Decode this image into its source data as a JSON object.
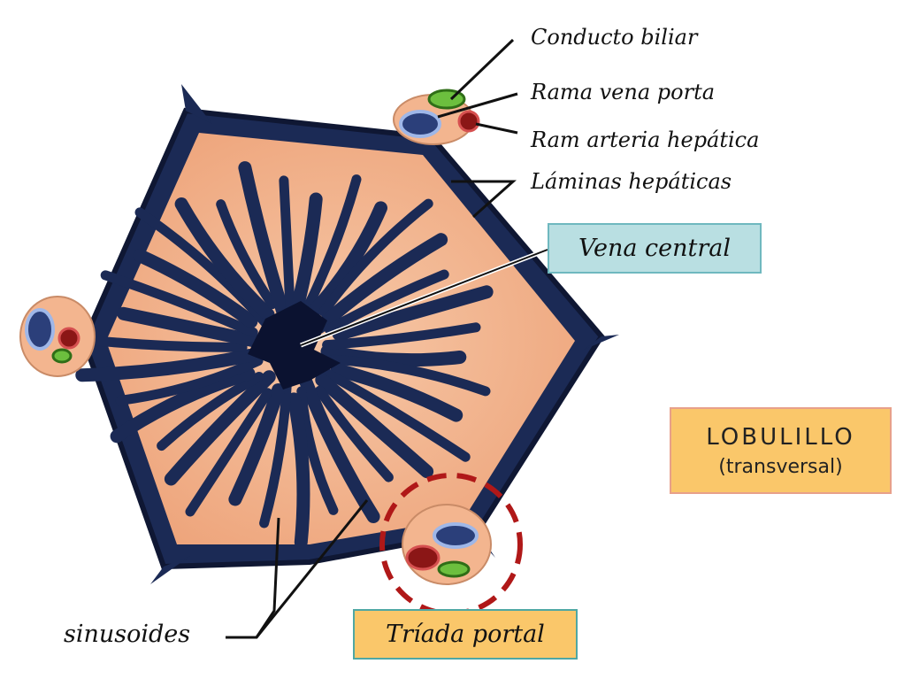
{
  "labels": {
    "conducto_biliar": "Conducto biliar",
    "rama_vena_porta": "Rama vena porta",
    "rama_arteria_hepatica": "Ram arteria hepática",
    "laminas_hepaticas": "Láminas hepáticas",
    "sinusoides": "sinusoides"
  },
  "boxes": {
    "vena_central": "Vena central",
    "triada_portal": "Tríada portal",
    "lobulillo_title": "LOBULILLO",
    "lobulillo_subtitle": "(transversal)"
  },
  "colors": {
    "tissue": "#f3b58f",
    "sinusoid": "#1b2a55",
    "vena_porta": "#2b3f7a",
    "arteria": "#8b1616",
    "conducto": "#6cbf3e",
    "highlight_circle": "#b01818"
  }
}
